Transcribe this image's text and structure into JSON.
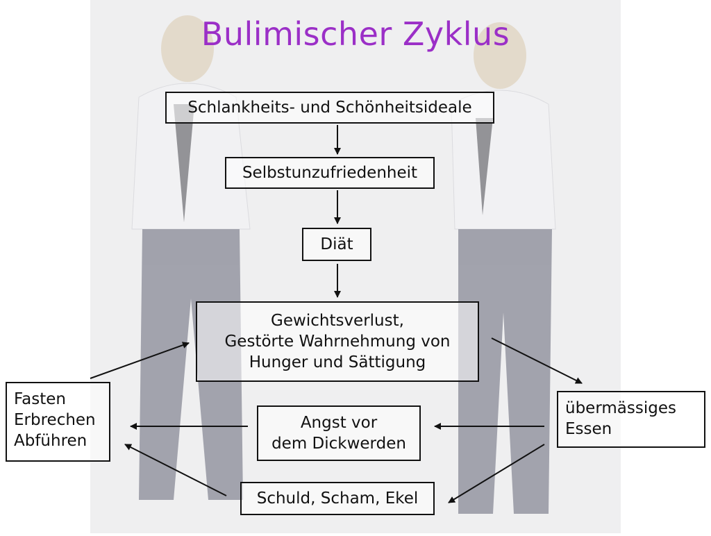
{
  "title": "Bulimischer Zyklus",
  "nodes": {
    "ideale": "Schlankheits- und Schönheitsideale",
    "selbst": "Selbstunzufriedenheit",
    "diaet": "Diät",
    "gewicht": [
      "Gewichtsverlust,",
      "Gestörte Wahrnehmung von",
      "Hunger und Sättigung"
    ],
    "fasten": [
      "Fasten",
      "Erbrechen",
      "Abführen"
    ],
    "angst": [
      "Angst vor",
      "dem Dickwerden"
    ],
    "essen": [
      "übermässiges",
      "Essen"
    ],
    "schuld": "Schuld, Scham, Ekel"
  },
  "colors": {
    "title": "#9b2fc7",
    "stroke": "#111111"
  }
}
